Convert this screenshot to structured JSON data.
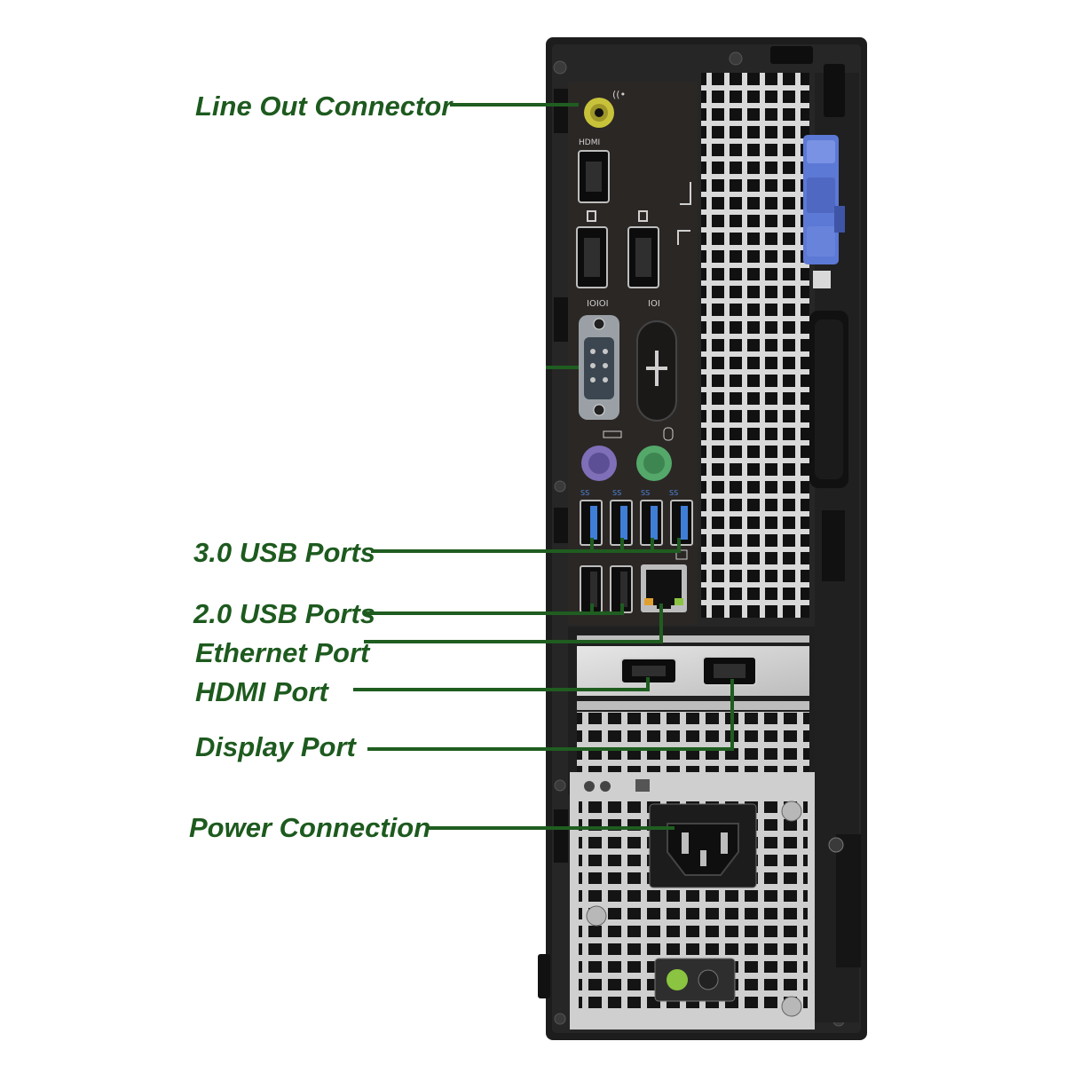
{
  "colors": {
    "label": "#1d5a1e",
    "leader": "#1f5d20",
    "chassis": "#1e1e1e",
    "io_plate": "#2a2624",
    "vent_metal": "#d8d8d8",
    "latch_blue": "#5d79d6",
    "audio_jack": "#c8c23a",
    "ps2_keyboard": "#7f6fb8",
    "ps2_mouse": "#54a86a",
    "usb3_tongue": "#3f7ed6",
    "power_led": "#8ac440"
  },
  "callouts": [
    {
      "id": "line-out",
      "label": "Line Out Connector",
      "icon": "audio-jack-icon"
    },
    {
      "id": "usb3",
      "label": "3.0 USB Ports",
      "icon": "usb-icon"
    },
    {
      "id": "usb2",
      "label": "2.0 USB Ports",
      "icon": "usb-icon"
    },
    {
      "id": "ethernet",
      "label": "Ethernet Port",
      "icon": "ethernet-icon"
    },
    {
      "id": "hdmi",
      "label": "HDMI Port",
      "icon": "hdmi-icon"
    },
    {
      "id": "displayport",
      "label": "Display Port",
      "icon": "displayport-icon"
    },
    {
      "id": "power",
      "label": "Power Connection",
      "icon": "power-socket-icon"
    }
  ],
  "port_markings": {
    "hdmi": "HDMI",
    "usb3": "SS",
    "serial": "IOIOI",
    "slot": "IOI"
  }
}
